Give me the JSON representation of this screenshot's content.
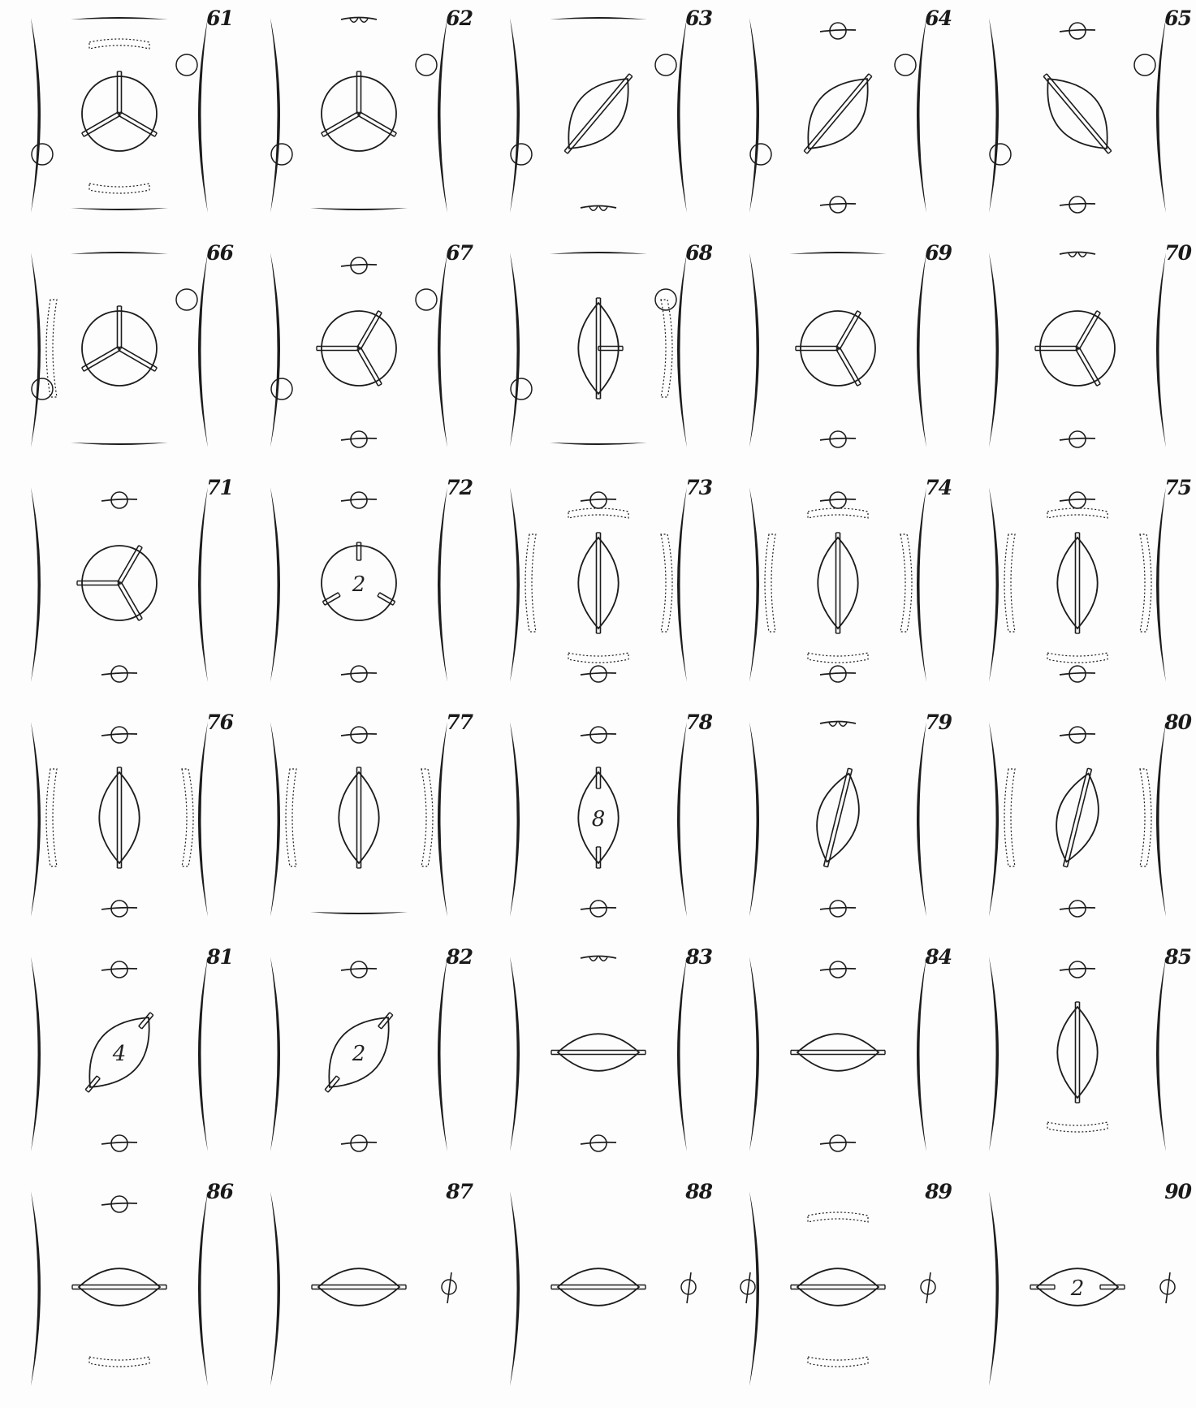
{
  "rows": [
    [
      {
        "num": "61",
        "center": "three",
        "pole": "none",
        "topMark": "arc",
        "bottomMark": "arc",
        "plates": "top-bottom",
        "centerLabel": ""
      },
      {
        "num": "62",
        "center": "three",
        "pole": "none",
        "topMark": "eyebrow",
        "bottomMark": "arc",
        "plates": "none",
        "centerLabel": ""
      },
      {
        "num": "63",
        "center": "diag-right",
        "pole": "none",
        "topMark": "arc",
        "bottomMark": "eyebrow",
        "plates": "none",
        "centerLabel": ""
      },
      {
        "num": "64",
        "center": "diag-right",
        "pole": "none",
        "topMark": "ring",
        "bottomMark": "ring",
        "plates": "none",
        "centerLabel": ""
      },
      {
        "num": "65",
        "center": "diag-left",
        "pole": "none",
        "topMark": "ring",
        "bottomMark": "ring",
        "plates": "none",
        "centerLabel": ""
      }
    ],
    [
      {
        "num": "66",
        "center": "three",
        "pole": "none",
        "topMark": "arc",
        "bottomMark": "arc",
        "plates": "left",
        "centerLabel": ""
      },
      {
        "num": "67",
        "center": "three-tilt",
        "pole": "none",
        "topMark": "ring",
        "bottomMark": "ring",
        "plates": "none",
        "centerLabel": ""
      },
      {
        "num": "68",
        "center": "vert-cross",
        "pole": "none",
        "topMark": "arc",
        "bottomMark": "arc",
        "plates": "right",
        "centerLabel": ""
      },
      {
        "num": "69",
        "center": "three-tilt",
        "pole": "none",
        "topMark": "arc",
        "bottomMark": "ring",
        "plates": "none",
        "centerLabel": ""
      },
      {
        "num": "70",
        "center": "three-tilt",
        "pole": "none",
        "topMark": "eyebrow",
        "bottomMark": "ring",
        "plates": "none",
        "centerLabel": ""
      }
    ],
    [
      {
        "num": "71",
        "center": "three-tilt",
        "pole": "none",
        "topMark": "ring",
        "bottomMark": "ring",
        "plates": "none",
        "centerLabel": ""
      },
      {
        "num": "72",
        "center": "three-split",
        "pole": "none",
        "topMark": "ring",
        "bottomMark": "ring",
        "plates": "none",
        "centerLabel": "2"
      },
      {
        "num": "73",
        "center": "vert",
        "pole": "none",
        "topMark": "ring",
        "bottomMark": "ring",
        "plates": "all",
        "centerLabel": ""
      },
      {
        "num": "74",
        "center": "vert",
        "pole": "none",
        "topMark": "ring",
        "bottomMark": "ring",
        "plates": "all",
        "centerLabel": ""
      },
      {
        "num": "75",
        "center": "vert",
        "pole": "none",
        "topMark": "ring",
        "bottomMark": "ring",
        "plates": "all",
        "centerLabel": ""
      }
    ],
    [
      {
        "num": "76",
        "center": "vert",
        "pole": "none",
        "topMark": "ring",
        "bottomMark": "ring",
        "plates": "sides",
        "centerLabel": ""
      },
      {
        "num": "77",
        "center": "vert",
        "pole": "none",
        "topMark": "ring",
        "bottomMark": "arc",
        "plates": "sides",
        "centerLabel": ""
      },
      {
        "num": "78",
        "center": "vert-split",
        "pole": "none",
        "topMark": "ring",
        "bottomMark": "ring",
        "plates": "none",
        "centerLabel": "8"
      },
      {
        "num": "79",
        "center": "vert-tilt",
        "pole": "none",
        "topMark": "eyebrow",
        "bottomMark": "ring",
        "plates": "none",
        "centerLabel": ""
      },
      {
        "num": "80",
        "center": "vert-tilt",
        "pole": "none",
        "topMark": "ring",
        "bottomMark": "ring",
        "plates": "sides",
        "centerLabel": ""
      }
    ],
    [
      {
        "num": "81",
        "center": "diag-split",
        "pole": "none",
        "topMark": "ring",
        "bottomMark": "ring",
        "plates": "none",
        "centerLabel": "4"
      },
      {
        "num": "82",
        "center": "diag-split",
        "pole": "none",
        "topMark": "ring",
        "bottomMark": "ring",
        "plates": "none",
        "centerLabel": "2"
      },
      {
        "num": "83",
        "center": "horiz",
        "pole": "none",
        "topMark": "eyebrow",
        "bottomMark": "ring",
        "plates": "none",
        "centerLabel": ""
      },
      {
        "num": "84",
        "center": "horiz",
        "pole": "none",
        "topMark": "ring",
        "bottomMark": "ring",
        "plates": "none",
        "centerLabel": ""
      },
      {
        "num": "85",
        "center": "vert",
        "pole": "none",
        "topMark": "ring",
        "bottomMark": "none",
        "plates": "bottom",
        "centerLabel": ""
      }
    ],
    [
      {
        "num": "86",
        "center": "horiz",
        "pole": "none",
        "topMark": "ring",
        "bottomMark": "none",
        "plates": "bottom",
        "centerLabel": ""
      },
      {
        "num": "87",
        "center": "horiz",
        "pole": "right",
        "topMark": "none",
        "bottomMark": "none",
        "plates": "none",
        "centerLabel": ""
      },
      {
        "num": "88",
        "center": "horiz",
        "pole": "right",
        "topMark": "none",
        "bottomMark": "none",
        "plates": "none",
        "centerLabel": ""
      },
      {
        "num": "89",
        "center": "horiz",
        "pole": "both",
        "topMark": "none",
        "bottomMark": "none",
        "plates": "top-bottom",
        "centerLabel": ""
      },
      {
        "num": "90",
        "center": "horiz-split",
        "pole": "right",
        "topMark": "none",
        "bottomMark": "none",
        "plates": "none",
        "centerLabel": "2"
      }
    ]
  ]
}
